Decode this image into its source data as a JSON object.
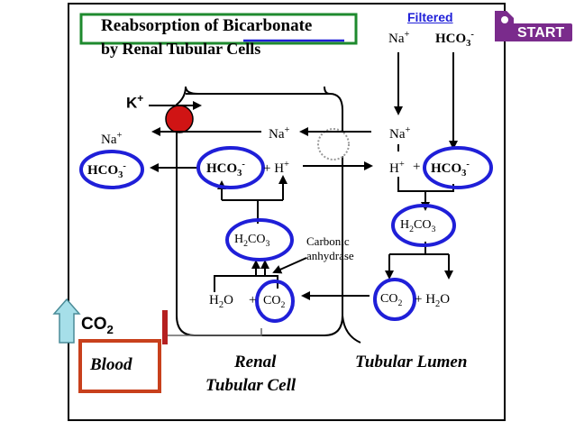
{
  "title": {
    "line1_pre": "Reabsorption of ",
    "line1_key": "Bicarbonate",
    "line2": "by Renal Tubular Cells"
  },
  "filtered": {
    "label": "Filtered",
    "na": "Na",
    "na_sup": "+",
    "hco3": "HCO",
    "hco3_sub": "3",
    "hco3_sup": "-"
  },
  "start_button": {
    "label": "START"
  },
  "k_ion": {
    "label": "K",
    "sup": "+"
  },
  "blood_side": {
    "na": "Na",
    "na_sup": "+",
    "hco3": "HCO",
    "hco3_sub": "3",
    "hco3_sup": "-"
  },
  "cell": {
    "na": "Na",
    "na_sup": "+",
    "hco3": "HCO",
    "hco3_sub": "3",
    "hco3_sup": "-",
    "plus_h": "+ H",
    "plus_h_sup": "+",
    "h2co3_h2": "H",
    "h2co3_2": "2",
    "h2co3_co3": "CO",
    "h2co3_3": "3",
    "enzyme_line1": "Carbonic",
    "enzyme_line2": "anhydrase",
    "h2o": "H",
    "h2o_2": "2",
    "h2o_o": "O",
    "plus": "+",
    "co2": "CO",
    "co2_2": "2"
  },
  "lumen": {
    "na": "Na",
    "na_sup": "+",
    "h": "H",
    "h_sup": "+",
    "plus": "+",
    "hco3": "HCO",
    "hco3_sub": "3",
    "hco3_sup": "-",
    "h2co3_h": "H",
    "h2co3_2": "2",
    "h2co3_co": "CO",
    "h2co3_3": "3",
    "co2": "CO",
    "co2_2": "2",
    "plus_h2o": "+ H",
    "h2o_2": "2",
    "h2o_o": "O"
  },
  "co2_out": {
    "label": "CO",
    "sub": "2"
  },
  "blood_label": "Blood",
  "cell_label_line1": "Renal",
  "cell_label_line2": "Tubular Cell",
  "lumen_label": "Tubular Lumen",
  "colors": {
    "highlight_blue": "#1f1fd8",
    "title_box_green": "#1e8a2e",
    "blood_box": "#c8401c",
    "start_purple": "#7a2b8c",
    "pump_red": "#d01414",
    "co2_arrow": "#a6dfe9",
    "filtered_text": "#1f1fd8"
  }
}
